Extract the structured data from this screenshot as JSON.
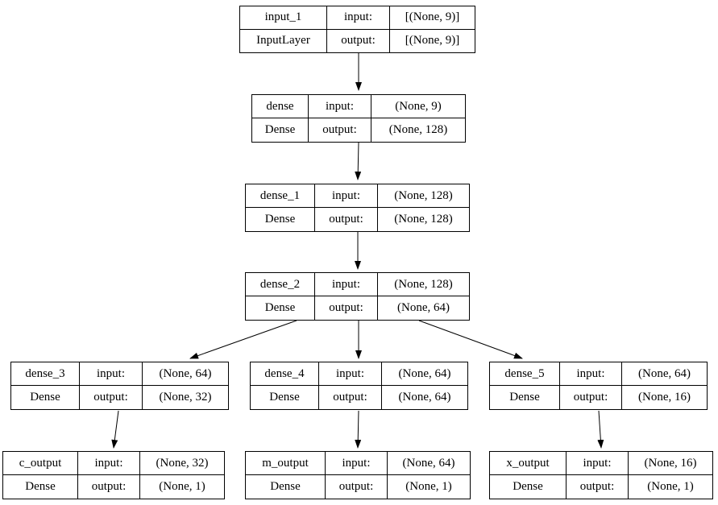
{
  "diagram": {
    "kind": "keras-model-plot",
    "nodes": [
      {
        "id": "input_1",
        "name": "input_1",
        "type": "InputLayer",
        "input_label": "input:",
        "output_label": "output:",
        "input_shape": "[(None, 9)]",
        "output_shape": "[(None, 9)]"
      },
      {
        "id": "dense",
        "name": "dense",
        "type": "Dense",
        "input_label": "input:",
        "output_label": "output:",
        "input_shape": "(None, 9)",
        "output_shape": "(None, 128)"
      },
      {
        "id": "dense_1",
        "name": "dense_1",
        "type": "Dense",
        "input_label": "input:",
        "output_label": "output:",
        "input_shape": "(None, 128)",
        "output_shape": "(None, 128)"
      },
      {
        "id": "dense_2",
        "name": "dense_2",
        "type": "Dense",
        "input_label": "input:",
        "output_label": "output:",
        "input_shape": "(None, 128)",
        "output_shape": "(None, 64)"
      },
      {
        "id": "dense_3",
        "name": "dense_3",
        "type": "Dense",
        "input_label": "input:",
        "output_label": "output:",
        "input_shape": "(None, 64)",
        "output_shape": "(None, 32)"
      },
      {
        "id": "dense_4",
        "name": "dense_4",
        "type": "Dense",
        "input_label": "input:",
        "output_label": "output:",
        "input_shape": "(None, 64)",
        "output_shape": "(None, 64)"
      },
      {
        "id": "dense_5",
        "name": "dense_5",
        "type": "Dense",
        "input_label": "input:",
        "output_label": "output:",
        "input_shape": "(None, 64)",
        "output_shape": "(None, 16)"
      },
      {
        "id": "c_output",
        "name": "c_output",
        "type": "Dense",
        "input_label": "input:",
        "output_label": "output:",
        "input_shape": "(None, 32)",
        "output_shape": "(None, 1)"
      },
      {
        "id": "m_output",
        "name": "m_output",
        "type": "Dense",
        "input_label": "input:",
        "output_label": "output:",
        "input_shape": "(None, 64)",
        "output_shape": "(None, 1)"
      },
      {
        "id": "x_output",
        "name": "x_output",
        "type": "Dense",
        "input_label": "input:",
        "output_label": "output:",
        "input_shape": "(None, 16)",
        "output_shape": "(None, 1)"
      }
    ],
    "edges": [
      {
        "from": "input_1",
        "to": "dense"
      },
      {
        "from": "dense",
        "to": "dense_1"
      },
      {
        "from": "dense_1",
        "to": "dense_2"
      },
      {
        "from": "dense_2",
        "to": "dense_3"
      },
      {
        "from": "dense_2",
        "to": "dense_4"
      },
      {
        "from": "dense_2",
        "to": "dense_5"
      },
      {
        "from": "dense_3",
        "to": "c_output"
      },
      {
        "from": "dense_4",
        "to": "m_output"
      },
      {
        "from": "dense_5",
        "to": "x_output"
      }
    ],
    "colors": {
      "line": "#000000",
      "background": "#ffffff",
      "text": "#000000"
    }
  }
}
